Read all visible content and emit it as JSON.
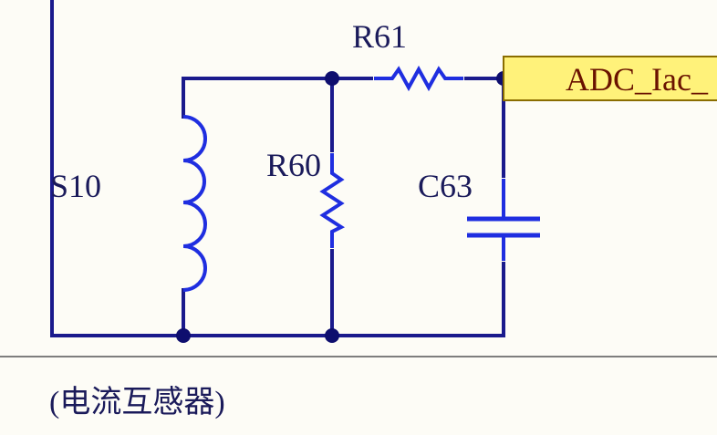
{
  "components": {
    "r61": {
      "designator": "R61"
    },
    "r60": {
      "designator": "R60"
    },
    "c63": {
      "designator": "C63"
    },
    "s10": {
      "designator": "S10"
    }
  },
  "net_port": {
    "label": "ADC_Iac_"
  },
  "caption": "(电流互感器)",
  "colors": {
    "background": "#fdfcf6",
    "wire": "#1a1a8c",
    "component": "#1f2ee0",
    "junction": "#0e0e6e",
    "label": "#1a1a5a",
    "port_fill": "#fff27a",
    "port_border": "#8a6d00",
    "port_text": "#6a1200",
    "divider": "#555555"
  }
}
